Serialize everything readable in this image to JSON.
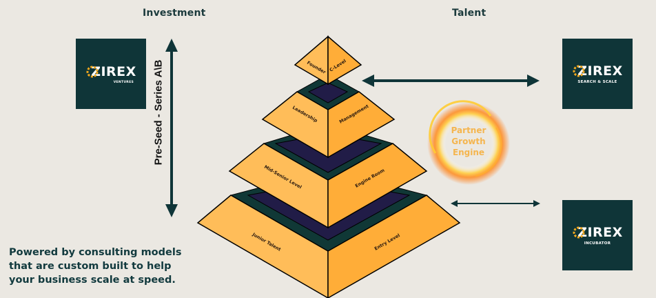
{
  "headers": {
    "investment": "Investment",
    "talent": "Talent"
  },
  "logos": {
    "ventures": {
      "brand": "ZIREX",
      "subtitle": "VENTURES"
    },
    "search_scale": {
      "brand": "ZIREX",
      "subtitle": "SEARCH & SCALE"
    },
    "incubator": {
      "brand": "ZIREX",
      "subtitle": "INCUBATOR"
    }
  },
  "funding_range_label": "Pre-Seed - Series A\\B",
  "pyramid": {
    "tiers": [
      {
        "left": "Founder",
        "right": "C-Level"
      },
      {
        "left": "Leadership",
        "right": "Management"
      },
      {
        "left": "Mid-Senior Level",
        "right": "Engine Room"
      },
      {
        "left": "Junior Talent",
        "right": "Entry Level"
      }
    ]
  },
  "engine": {
    "line1": "Partner",
    "line2": "Growth",
    "line3": "Engine"
  },
  "tagline": "Powered by consulting models that are custom built to help your business scale at speed.",
  "colors": {
    "background": "#ebe8e2",
    "brand_dark": "#0f3538",
    "face_left": "#ffbd59",
    "face_right": "#ffad38",
    "band_navy": "#211c47",
    "band_teal": "#103836",
    "engine_orange": "#f5b54e"
  },
  "icons": {
    "logo_mark": "gear-icon",
    "arrows": "double-arrow-icon"
  }
}
